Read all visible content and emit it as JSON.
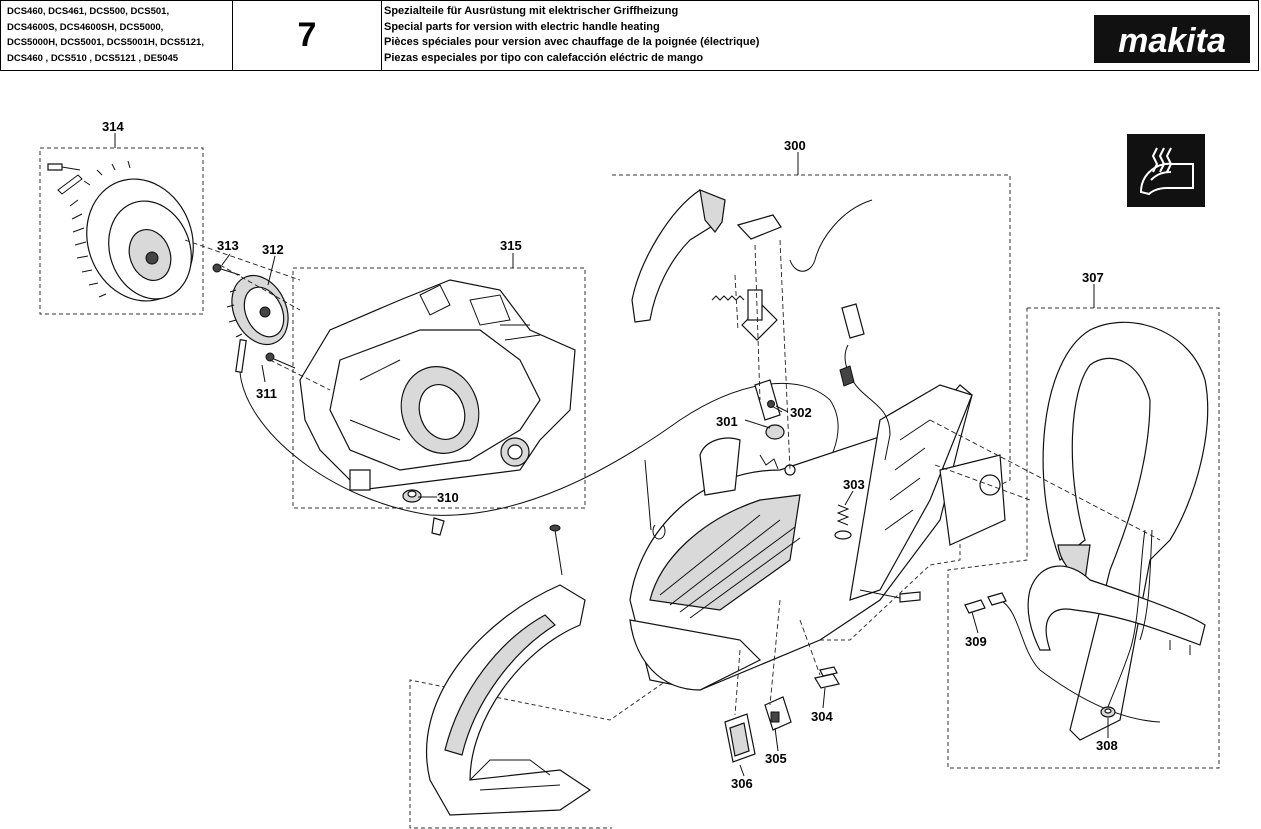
{
  "header": {
    "models": [
      "DCS460, DCS461, DCS500, DCS501,",
      "DCS4600S, DCS4600SH, DCS5000,",
      "DCS5000H, DCS5001, DCS5001H, DCS5121,",
      "DCS460 , DCS510 , DCS5121 , DE5045"
    ],
    "page_number": "7",
    "descriptions": [
      "Spezialteile für Ausrüstung mit elektrischer Griffheizung",
      "Special parts for version with electric handle heating",
      "Pièces spéciales pour version avec chauffage de la poignée (électrique)",
      "Piezas especiales por tipo con calefacción eléctric de mango"
    ],
    "brand": "makita"
  },
  "heated_handle_icon": "heated-handle-icon",
  "part_labels": {
    "p300": "300",
    "p301": "301",
    "p302": "302",
    "p303": "303",
    "p304": "304",
    "p305": "305",
    "p306": "306",
    "p307": "307",
    "p308": "308",
    "p309": "309",
    "p310": "310",
    "p311": "311",
    "p312": "312",
    "p313": "313",
    "p314": "314",
    "p315": "315"
  }
}
